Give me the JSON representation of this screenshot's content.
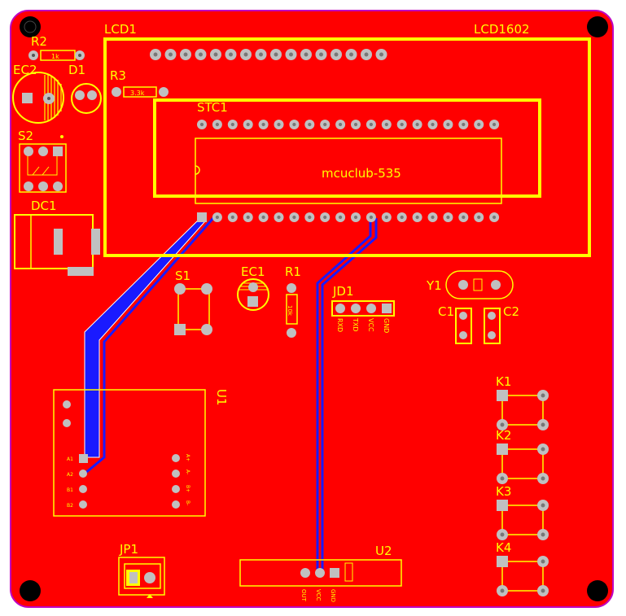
{
  "colors": {
    "board": "#ff0000",
    "outline": "#c000c0",
    "silk": "#ffff00",
    "pad": "#c0c0c0",
    "trace": "#1a1aff",
    "hole": "#000000"
  },
  "labels": {
    "lcd1": "LCD1",
    "lcd1602": "LCD1602",
    "r2": "R2",
    "r2_value": "1k",
    "ec2": "EC2",
    "d1": "D1",
    "r3": "R3",
    "r3_value": "3.3k",
    "stc1": "STC1",
    "mcu": "mcuclub-535",
    "s2": "S2",
    "dc1": "DC1",
    "s1": "S1",
    "ec1": "EC1",
    "r1": "R1",
    "r1_value": "10k",
    "jd1": "JD1",
    "jd1_pins": [
      "RXD",
      "TXD",
      "VCC",
      "GND"
    ],
    "y1": "Y1",
    "c1": "C1",
    "c2": "C2",
    "k1": "K1",
    "k2": "K2",
    "k3": "K3",
    "k4": "K4",
    "u1": "U1",
    "u1_left_pins": [
      "A1",
      "A2",
      "B1",
      "B2"
    ],
    "u1_right_pins": [
      "A+",
      "A-",
      "B+",
      "B-"
    ],
    "u2": "U2",
    "u2_pins": [
      "OUT",
      "VCC",
      "GND"
    ],
    "jp1": "JP1"
  }
}
